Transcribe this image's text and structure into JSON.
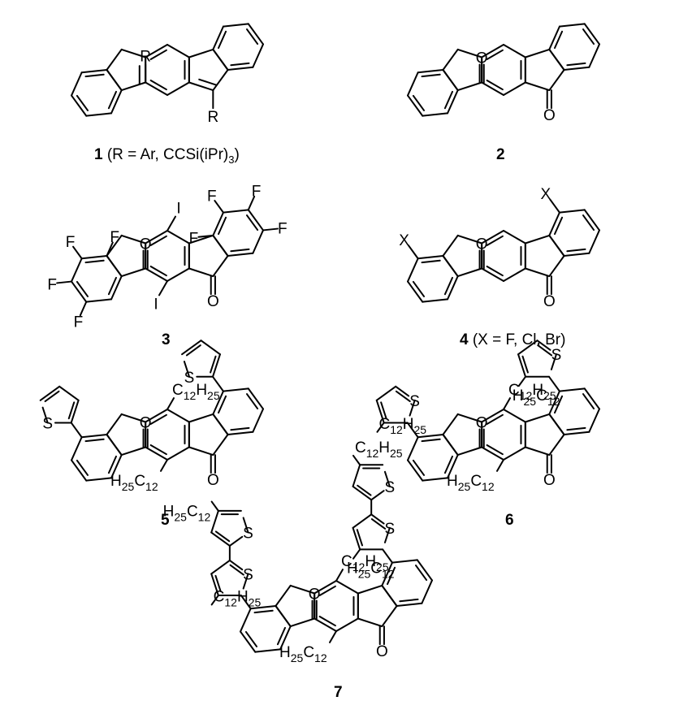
{
  "compounds": [
    {
      "id": "1",
      "number": "1",
      "caption": " (R = Ar, CCSi(iPr)",
      "caption_sub": "3",
      "caption_end": ")",
      "substituent_label": "R"
    },
    {
      "id": "2",
      "number": "2"
    },
    {
      "id": "3",
      "number": "3",
      "atom_labels": {
        "halogen": "F",
        "iodine": "I"
      }
    },
    {
      "id": "4",
      "number": "4",
      "caption": " (X = F, Cl, Br)",
      "atom_labels": {
        "substituent": "X"
      }
    },
    {
      "id": "5",
      "number": "5",
      "atom_labels": {
        "sulfur": "S"
      }
    },
    {
      "id": "6",
      "number": "6",
      "atom_labels": {
        "sulfur": "S"
      }
    },
    {
      "id": "7",
      "number": "7",
      "atom_labels": {
        "sulfur": "S"
      }
    }
  ],
  "atoms": {
    "oxygen": "O",
    "sulfur": "S"
  },
  "alkyl": {
    "right_C": "C",
    "right_12": "12",
    "right_H": "H",
    "right_25": "25",
    "left_H": "H",
    "left_25": "25",
    "left_C": "C",
    "left_12": "12"
  }
}
